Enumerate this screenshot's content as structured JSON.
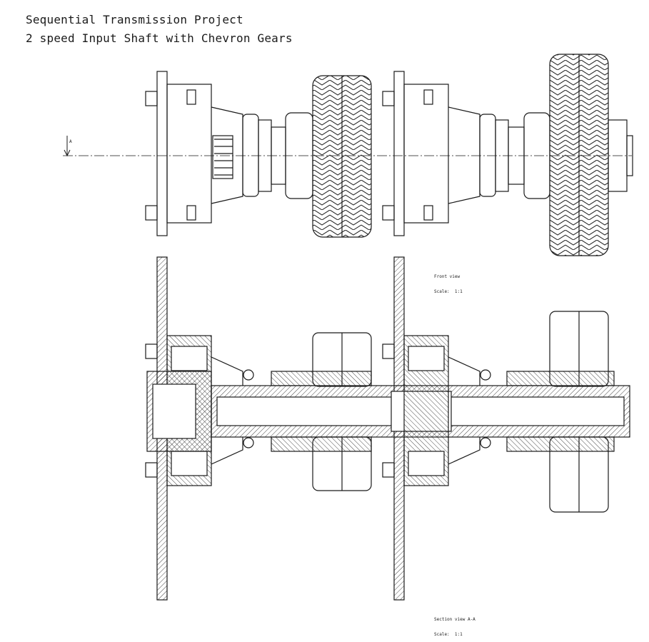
{
  "title": {
    "line1": "Sequential Transmission Project",
    "line2": "2 speed Input Shaft with Chevron Gears"
  },
  "views": {
    "front": {
      "name": "Front view",
      "scale": "Scale:  1:1"
    },
    "section": {
      "name": "Section view A-A",
      "scale": "Scale:  1:1"
    }
  },
  "section_marker": {
    "letter": "A"
  },
  "colors": {
    "line": "#1a1a1a",
    "background": "#ffffff"
  }
}
